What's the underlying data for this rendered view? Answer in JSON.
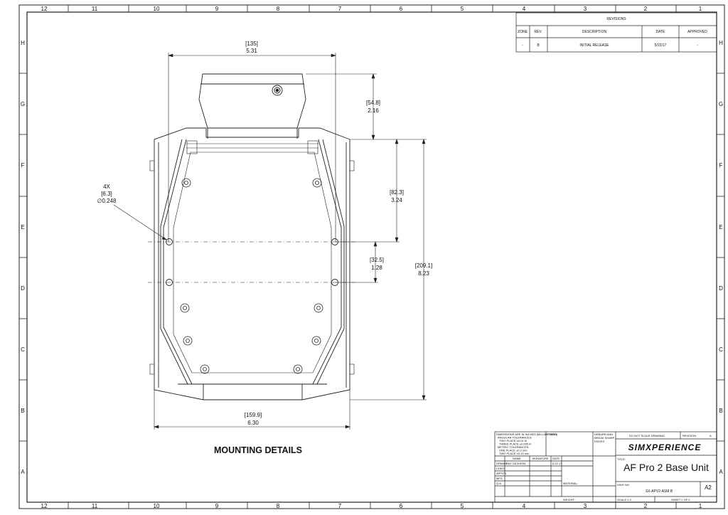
{
  "zones": {
    "columns": [
      "12",
      "11",
      "10",
      "9",
      "8",
      "7",
      "6",
      "5",
      "4",
      "3",
      "2",
      "1"
    ],
    "rows": [
      "H",
      "G",
      "F",
      "E",
      "D",
      "C",
      "B",
      "A"
    ]
  },
  "revisions": {
    "title": "REVISIONS",
    "headers": [
      "ZONE",
      "REV.",
      "DESCRIPTION",
      "DATE",
      "APPROVED"
    ],
    "row": [
      "-",
      "B",
      "INITIAL RELEASE",
      "5/22/17",
      "-"
    ]
  },
  "dimensions": {
    "top_width_mm": "[135]",
    "top_width_in": "5.31",
    "offset_mm": "[54.8]",
    "offset_in": "2.16",
    "spacing1_mm": "[82.3]",
    "spacing1_in": "3.24",
    "spacing2_mm": "[32.5]",
    "spacing2_in": "1.28",
    "total_height_mm": "[209.1]",
    "total_height_in": "8.23",
    "bottom_width_mm": "[159.9]",
    "bottom_width_in": "6.30",
    "hole_count": "4X",
    "hole_dia_mm": "[6.3]",
    "hole_dia_in": "∅0.248"
  },
  "view_label": "MOUNTING DETAILS",
  "title_block": {
    "tolerances": [
      "DIMENSIONS ARE IN INCHES [MILLIMETERS]",
      "ANGULAR TOLERANCES:",
      "TWO PLACE ±0.01 in",
      "THREE PLACE ±0.005 in",
      "METRIC TOLERANCES:",
      "ONE PLACE ±0.3 mm",
      "TWO PLACE ±0.13 mm"
    ],
    "finish": "FINISH",
    "deburr": [
      "DEBURR AND",
      "BREAK SHARP",
      "EDGES"
    ],
    "no_scale": "DO NOT SCALE DRAWING",
    "revision_label": "REVISION",
    "revision_value": "A",
    "brand": "SIMXPERIENCE",
    "name_hdr": "NAME",
    "signature_hdr": "SIGNATURE",
    "date_hdr": "DATE",
    "rows": [
      "DRAWN",
      "CHK'D",
      "APPV'D",
      "MFG",
      "Q.A"
    ],
    "drawn_name": "RAY DICKSON",
    "drawn_date": "5.22.17",
    "title_label": "TITLE:",
    "title": "AF Pro 2 Base Unit",
    "material": "MATERIAL:",
    "dwg_label": "DWG NO.",
    "dwg_no": "SX-APV2-ASM.B",
    "size": "A2",
    "weight": "WEIGHT:",
    "scale": "SCALE:1:2",
    "sheet": "SHEET 2 OF 2"
  }
}
